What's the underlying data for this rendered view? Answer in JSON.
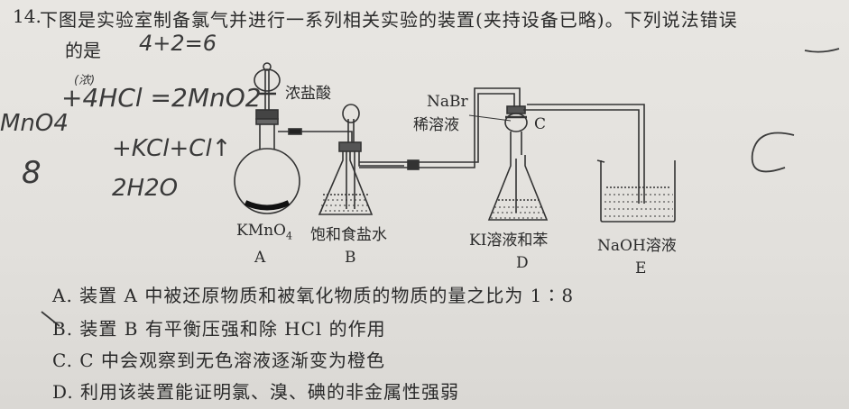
{
  "question": {
    "number": "14.",
    "stem_line1": "下图是实验室制备氯气并进行一系列相关实验的装置(夹持设备已略)。下列说法错误",
    "stem_line2": "的是"
  },
  "apparatus": {
    "reagent_top_a": "浓盐酸",
    "reagent_c_line1": "NaBr",
    "reagent_c_line2": "稀溶液",
    "label_c": "C",
    "reagent_a": "KMnO",
    "reagent_a_sub": "4",
    "reagent_b": "饱和食盐水",
    "reagent_d": "KI溶液和苯",
    "reagent_e": "NaOH溶液",
    "letter_a": "A",
    "letter_b": "B",
    "letter_d": "D",
    "letter_e": "E"
  },
  "options": [
    {
      "text": "A. 装置 A 中被还原物质和被氧化物质的物质的量之比为 1∶8"
    },
    {
      "text": "B. 装置 B 有平衡压强和除 HCl 的作用"
    },
    {
      "text": "C. C 中会观察到无色溶液逐渐变为橙色"
    },
    {
      "text": "D. 利用该装置能证明氯、溴、碘的非金属性强弱"
    }
  ],
  "handwriting": {
    "top_note": "4+2=6",
    "note_1": "MnO4",
    "note_2": "+4HCl =2MnO2",
    "note_3": "+KCl+Cl↑",
    "note_4": "2H2O",
    "note_5": "8",
    "note_6": "(浓)",
    "answer": "C"
  }
}
